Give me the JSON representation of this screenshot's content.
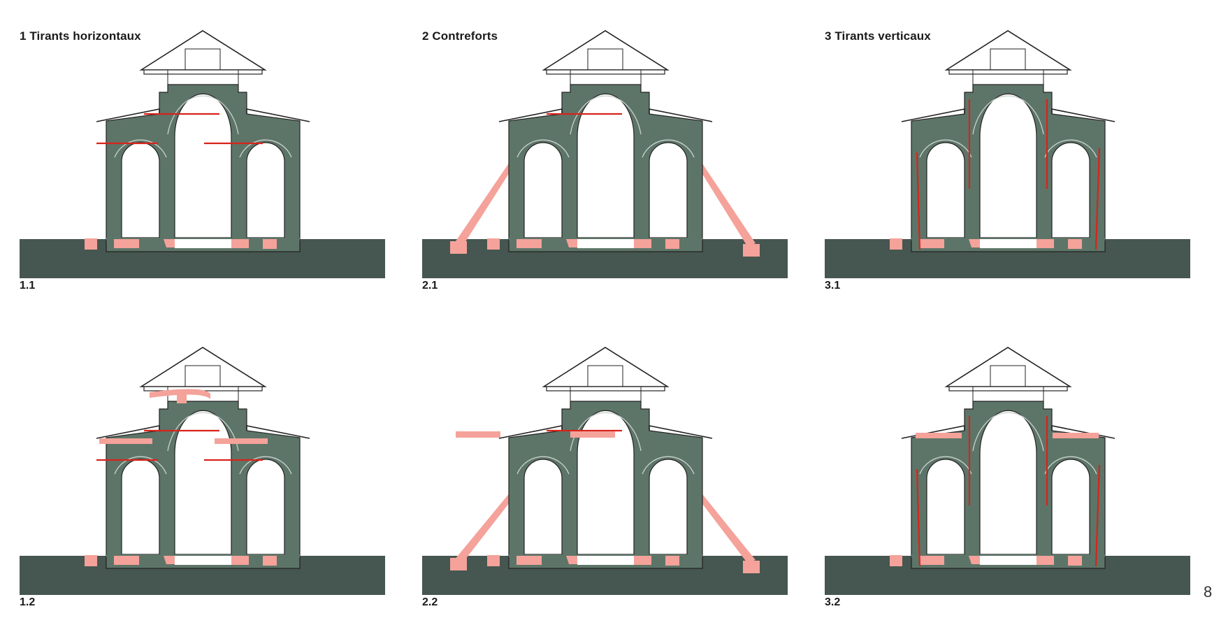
{
  "columns": [
    {
      "title": "1  Tirants horizontaux"
    },
    {
      "title": "2  Contreforts"
    },
    {
      "title": "3  Tirants verticaux"
    }
  ],
  "panels": [
    {
      "label": "1.1",
      "variant": "horizontal-1"
    },
    {
      "label": "2.1",
      "variant": "buttress-1"
    },
    {
      "label": "3.1",
      "variant": "vertical-1"
    },
    {
      "label": "1.2",
      "variant": "horizontal-2"
    },
    {
      "label": "2.2",
      "variant": "buttress-2"
    },
    {
      "label": "3.2",
      "variant": "vertical-2"
    }
  ],
  "page_number": "8",
  "colors": {
    "masonry": "#5d7568",
    "ground": "#465650",
    "reinforcement": "#f4a29a",
    "tie_rod": "#d8231b",
    "outline": "#222222"
  }
}
